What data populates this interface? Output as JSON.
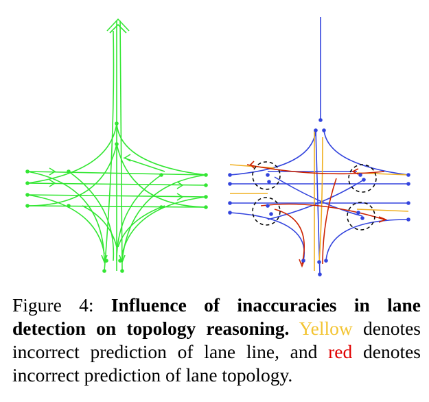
{
  "caption": {
    "label": "Figure 4:",
    "title": "Influence of inaccuracies in lane detection on topology reasoning.",
    "yellow_word": "Yellow",
    "mid_text": "denotes incorrect prediction of lane line, and",
    "red_word": "red",
    "end_text": "denotes incorrect prediction of lane topology."
  },
  "colors": {
    "ground_truth": "#33e633",
    "prediction": "#3344dd",
    "lane_error": "#f0b020",
    "topology_error": "#cc2200",
    "highlight_circle": "#000000"
  },
  "panels": [
    {
      "name": "ground-truth-panel",
      "icon": "green-lane-graph"
    },
    {
      "name": "prediction-panel",
      "icon": "blue-lane-graph-with-errors"
    }
  ]
}
